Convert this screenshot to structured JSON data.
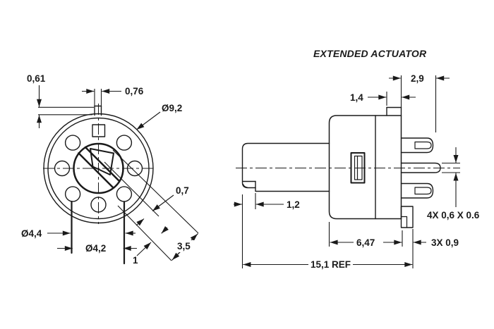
{
  "drawing": {
    "background": "#ffffff",
    "ink_color": "#1a1a1a",
    "labels": {
      "front": {
        "tab_height": "0,61",
        "tab_width": "0,76",
        "flange_diameter": "Ø9,2",
        "slot_width": "0,7",
        "slot_length": "3,5",
        "pin_circle_outer": "Ø4,4",
        "pin_circle_inner": "Ø4,2",
        "slot_offset": "1"
      },
      "side": {
        "view_title": "EXTENDED ACTUATOR",
        "rear_boss_width": "1,4",
        "terminal_length": "2,9",
        "tip_slot_depth": "1,2",
        "terminal_section": "4X 0,6 X 0.6",
        "body_length": "6,47",
        "bracket_width": "3X 0,9",
        "overall_length": "15,1 REF"
      }
    }
  }
}
